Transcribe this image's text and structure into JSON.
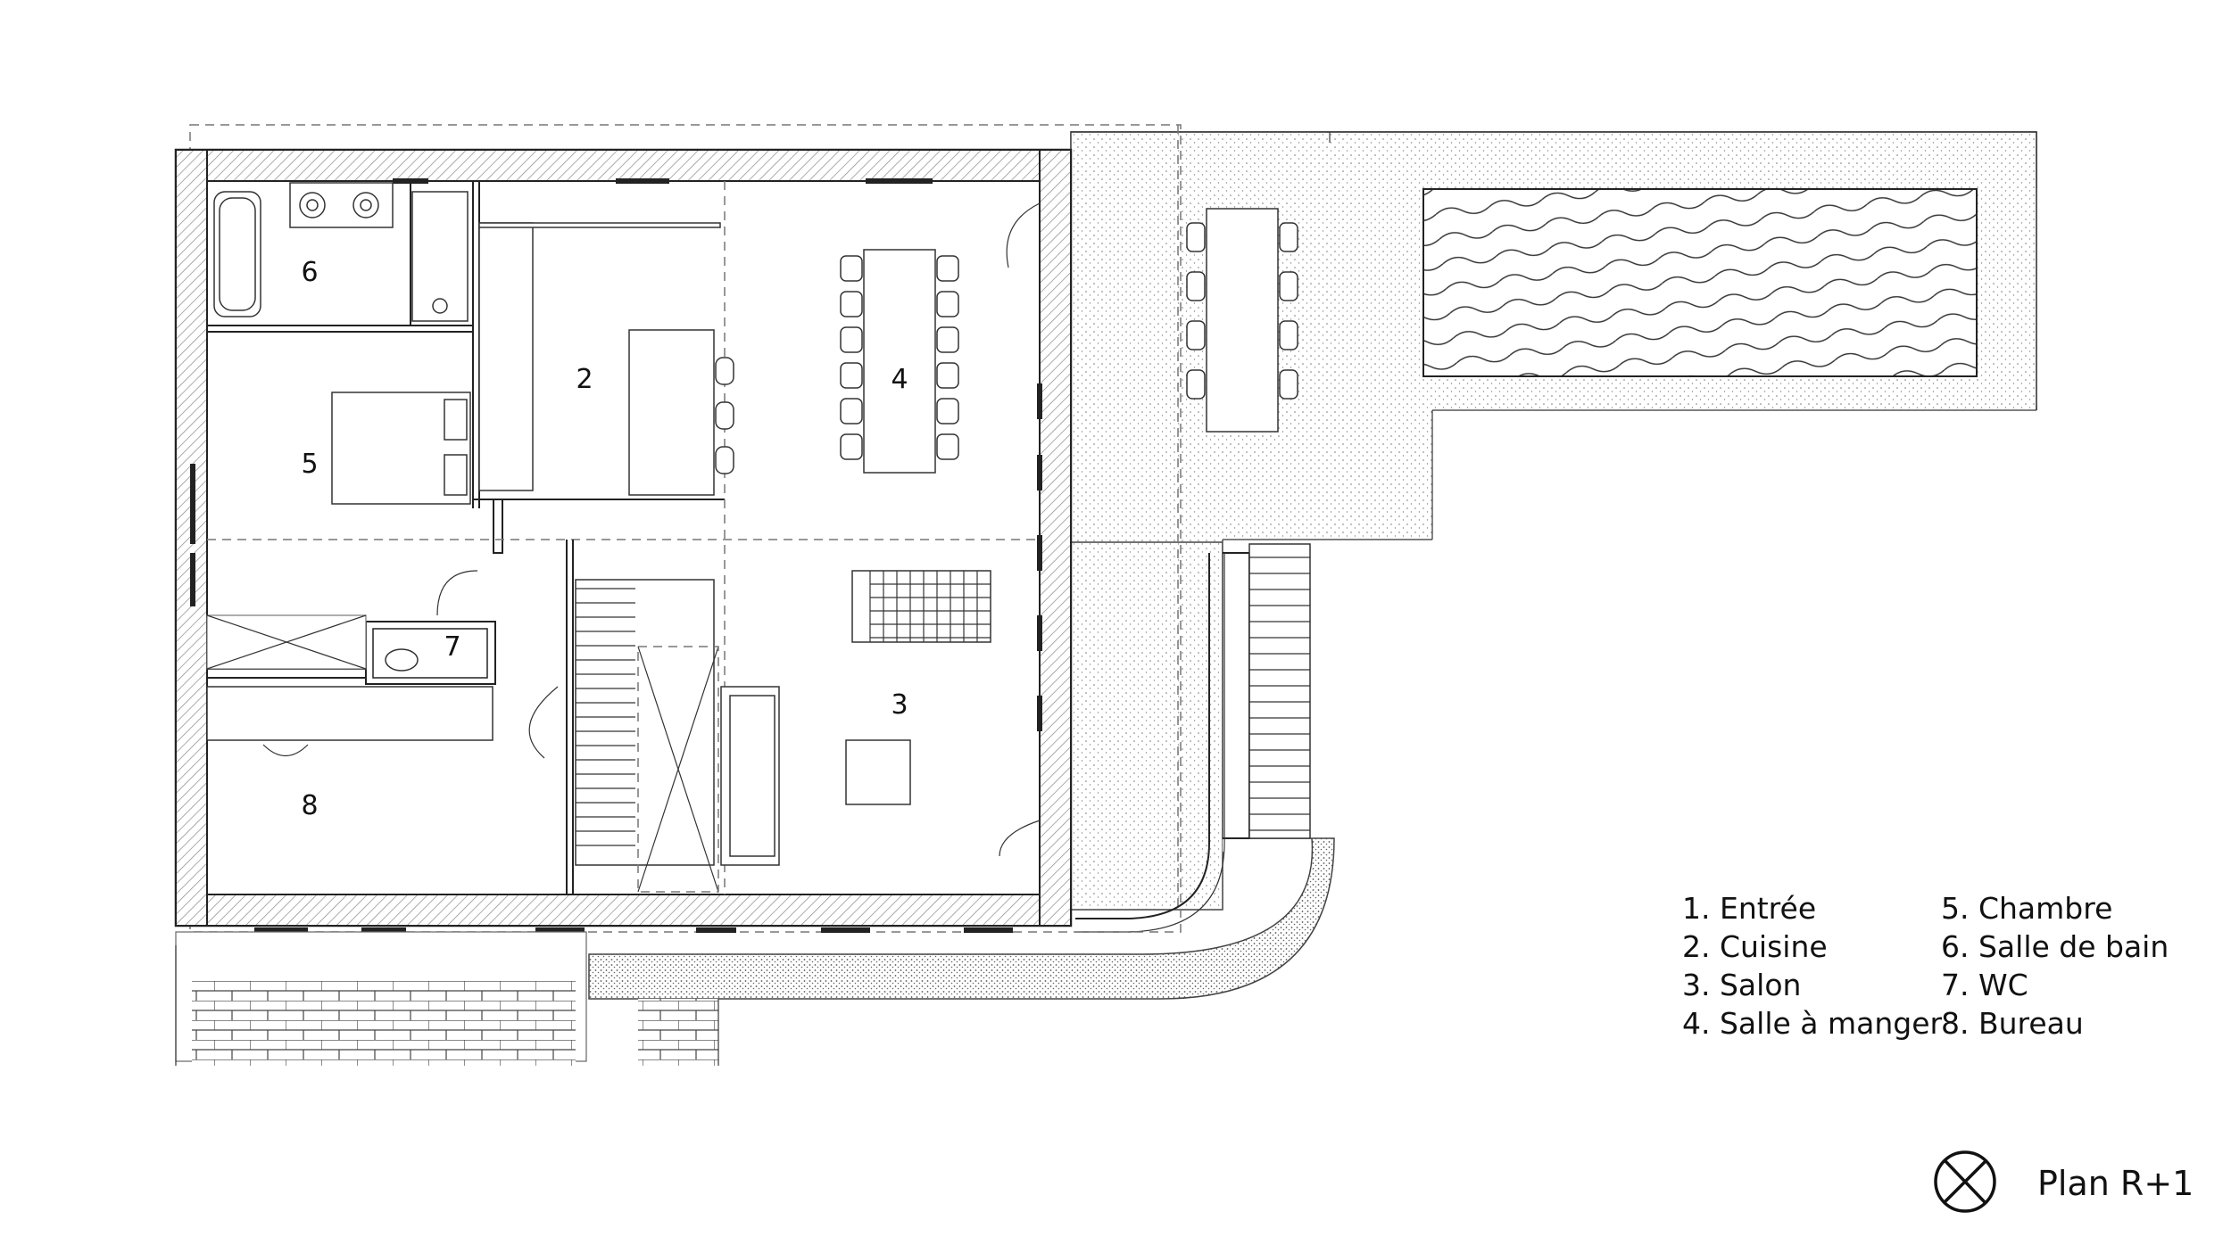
{
  "plan": {
    "title": "Plan R+1",
    "north_icon": "north-arrow-icon",
    "rooms": [
      {
        "num": "1",
        "name": "Entrée"
      },
      {
        "num": "2",
        "name": "Cuisine"
      },
      {
        "num": "3",
        "name": "Salon"
      },
      {
        "num": "4",
        "name": "Salle à manger"
      },
      {
        "num": "5",
        "name": "Chambre"
      },
      {
        "num": "6",
        "name": "Salle de bain"
      },
      {
        "num": "7",
        "name": "WC"
      },
      {
        "num": "8",
        "name": "Bureau"
      }
    ],
    "legend": [
      "1. Entrée",
      "2. Cuisine",
      "3. Salon",
      "4. Salle à manger",
      "5. Chambre",
      "6. Salle de bain",
      "7. WC",
      "8. Bureau"
    ]
  }
}
